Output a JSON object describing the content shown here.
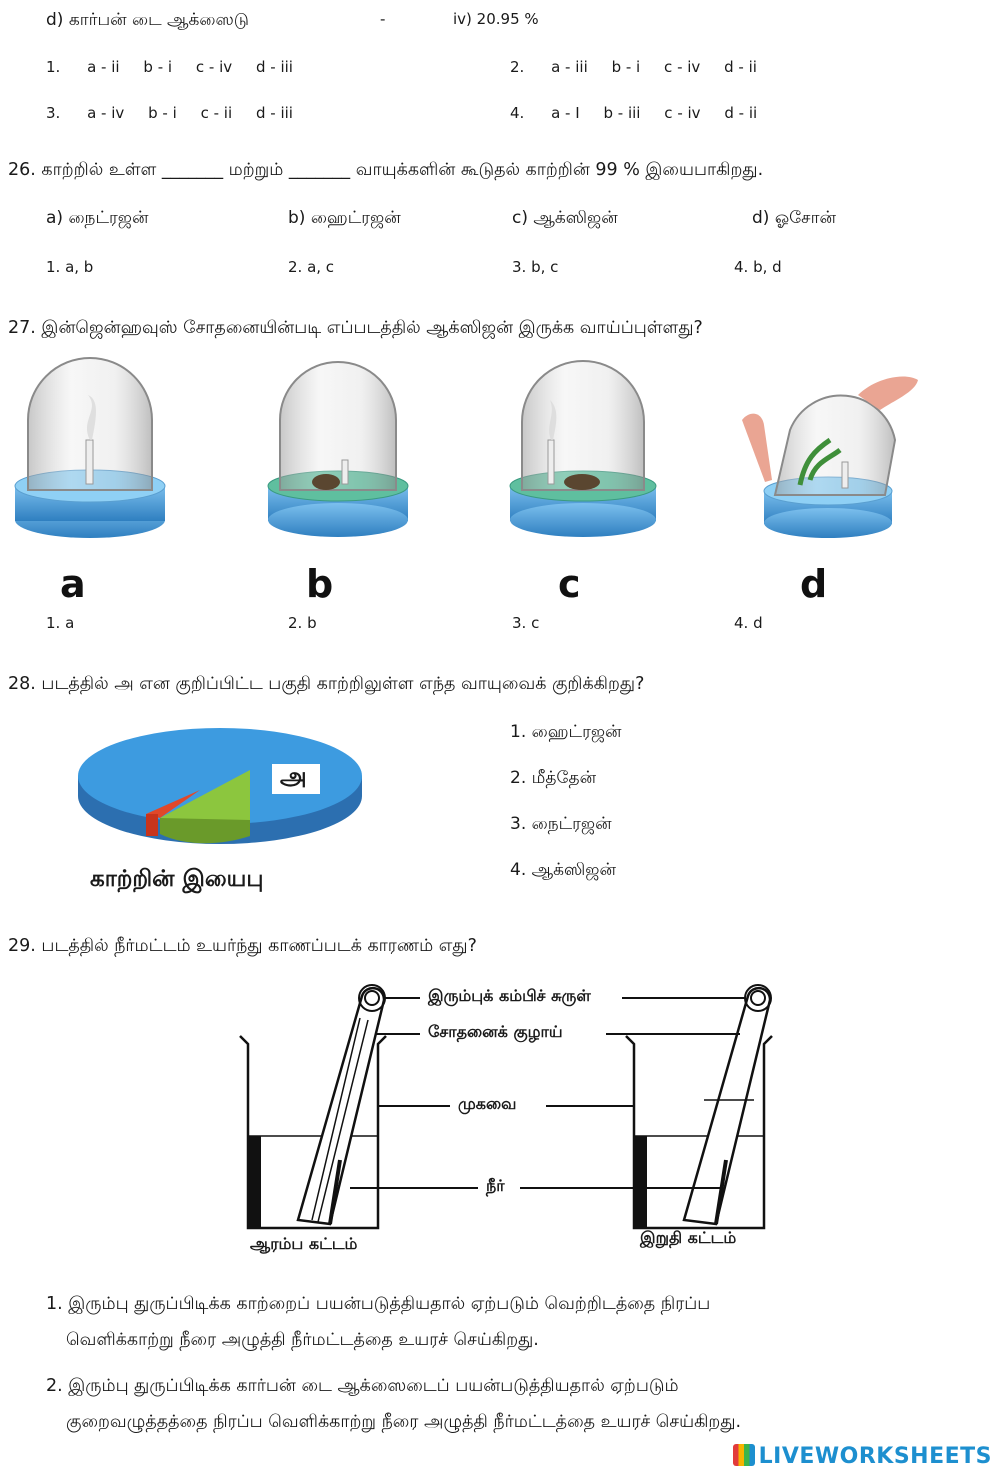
{
  "q25": {
    "row_d": "d) கார்பன் டை ஆக்ஸைடு",
    "dash": "-",
    "iv": "iv) 20.95 %",
    "options": [
      {
        "num": "1.",
        "text": "a - ii     b - i     c - iv     d - iii"
      },
      {
        "num": "2.",
        "text": "a - iii     b - i     c - iv     d - ii"
      },
      {
        "num": "3.",
        "text": "a - iv     b - i     c - ii     d - iii"
      },
      {
        "num": "4.",
        "text": "a - I     b - iii     c - iv     d - ii"
      }
    ]
  },
  "q26": {
    "number": "26.",
    "question": "காற்றில் உள்ள _______ மற்றும் _______ வாயுக்களின் கூடுதல் காற்றின் 99 % இயைபாகிறது.",
    "choices": [
      "a) நைட்ரஜன்",
      "b) ஹைட்ரஜன்",
      "c) ஆக்ஸிஜன்",
      "d) ஓசோன்"
    ],
    "answers": [
      "1. a, b",
      "2. a, c",
      "3. b, c",
      "4. b, d"
    ]
  },
  "q27": {
    "number": "27.",
    "question": "இன்ஜென்ஹவுஸ் சோதனையின்படி எப்படத்தில் ஆக்ஸிஜன் இருக்க வாய்ப்புள்ளது?",
    "jar_labels": [
      "a",
      "b",
      "c",
      "d"
    ],
    "answers": [
      "1. a",
      "2. b",
      "3. c",
      "4. d"
    ]
  },
  "q28": {
    "number": "28.",
    "question": "படத்தில் அ என குறிப்பிட்ட பகுதி காற்றிலுள்ள எந்த வாயுவைக் குறிக்கிறது?",
    "pie_label": "அ",
    "pie_caption": "காற்றின் இயைபு",
    "answers": [
      "1. ஹைட்ரஜன்",
      "2. மீத்தேன்",
      "3. நைட்ரஜன்",
      "4. ஆக்ஸிஜன்"
    ]
  },
  "q29": {
    "number": "29.",
    "question": "படத்தில் நீர்மட்டம் உயர்ந்து காணப்படக் காரணம் எது?",
    "labels": {
      "coil": "இரும்புக் கம்பிச் சுருள்",
      "tube": "சோதனைக் குழாய்",
      "beaker": "முகவை",
      "water": "நீர்",
      "start": "ஆரம்ப கட்டம்",
      "end": "இறுதி கட்டம்"
    },
    "answer1_l1": "1. இரும்பு துருப்பிடிக்க காற்றைப் பயன்படுத்தியதால் ஏற்படும் வெற்றிடத்தை நிரப்ப",
    "answer1_l2": "வெளிக்காற்று நீரை அழுத்தி நீர்மட்டத்தை உயரச் செய்கிறது.",
    "answer2_l1": "2. இரும்பு துருப்பிடிக்க கார்பன் டை ஆக்ஸைடைப் பயன்படுத்தியதால் ஏற்படும்",
    "answer2_l2": "குறைவழுத்தத்தை நிரப்ப வெளிக்காற்று நீரை அழுத்தி நீர்மட்டத்தை உயரச் செய்கிறது."
  },
  "brand": "LIVEWORKSHEETS",
  "colors": {
    "water": "#4aa3e0",
    "pie_blue": "#3d9be0",
    "pie_green": "#8cc63e",
    "pie_red": "#e0482a"
  }
}
